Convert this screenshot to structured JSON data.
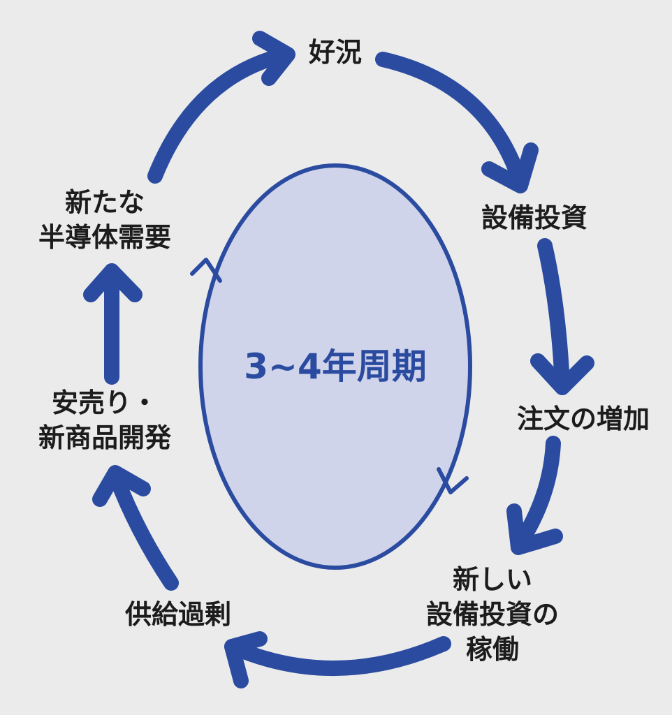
{
  "colors": {
    "background": "#ebebeb",
    "accent": "#2a4ba0",
    "ellipse_fill": "#d0d4ea",
    "text": "#1c1c1c"
  },
  "center_label": "3~4年周期",
  "stages": [
    {
      "id": "boom",
      "lines": [
        "好況"
      ]
    },
    {
      "id": "capex",
      "lines": [
        "設備投資"
      ]
    },
    {
      "id": "orders",
      "lines": [
        "注文の増加"
      ]
    },
    {
      "id": "new-capacity",
      "lines": [
        "新しい",
        "設備投資の",
        "稼働"
      ]
    },
    {
      "id": "oversupply",
      "lines": [
        "供給過剰"
      ]
    },
    {
      "id": "discount",
      "lines": [
        "安売り・",
        "新商品開発"
      ]
    },
    {
      "id": "new-demand",
      "lines": [
        "新たな",
        "半導体需要"
      ]
    }
  ]
}
